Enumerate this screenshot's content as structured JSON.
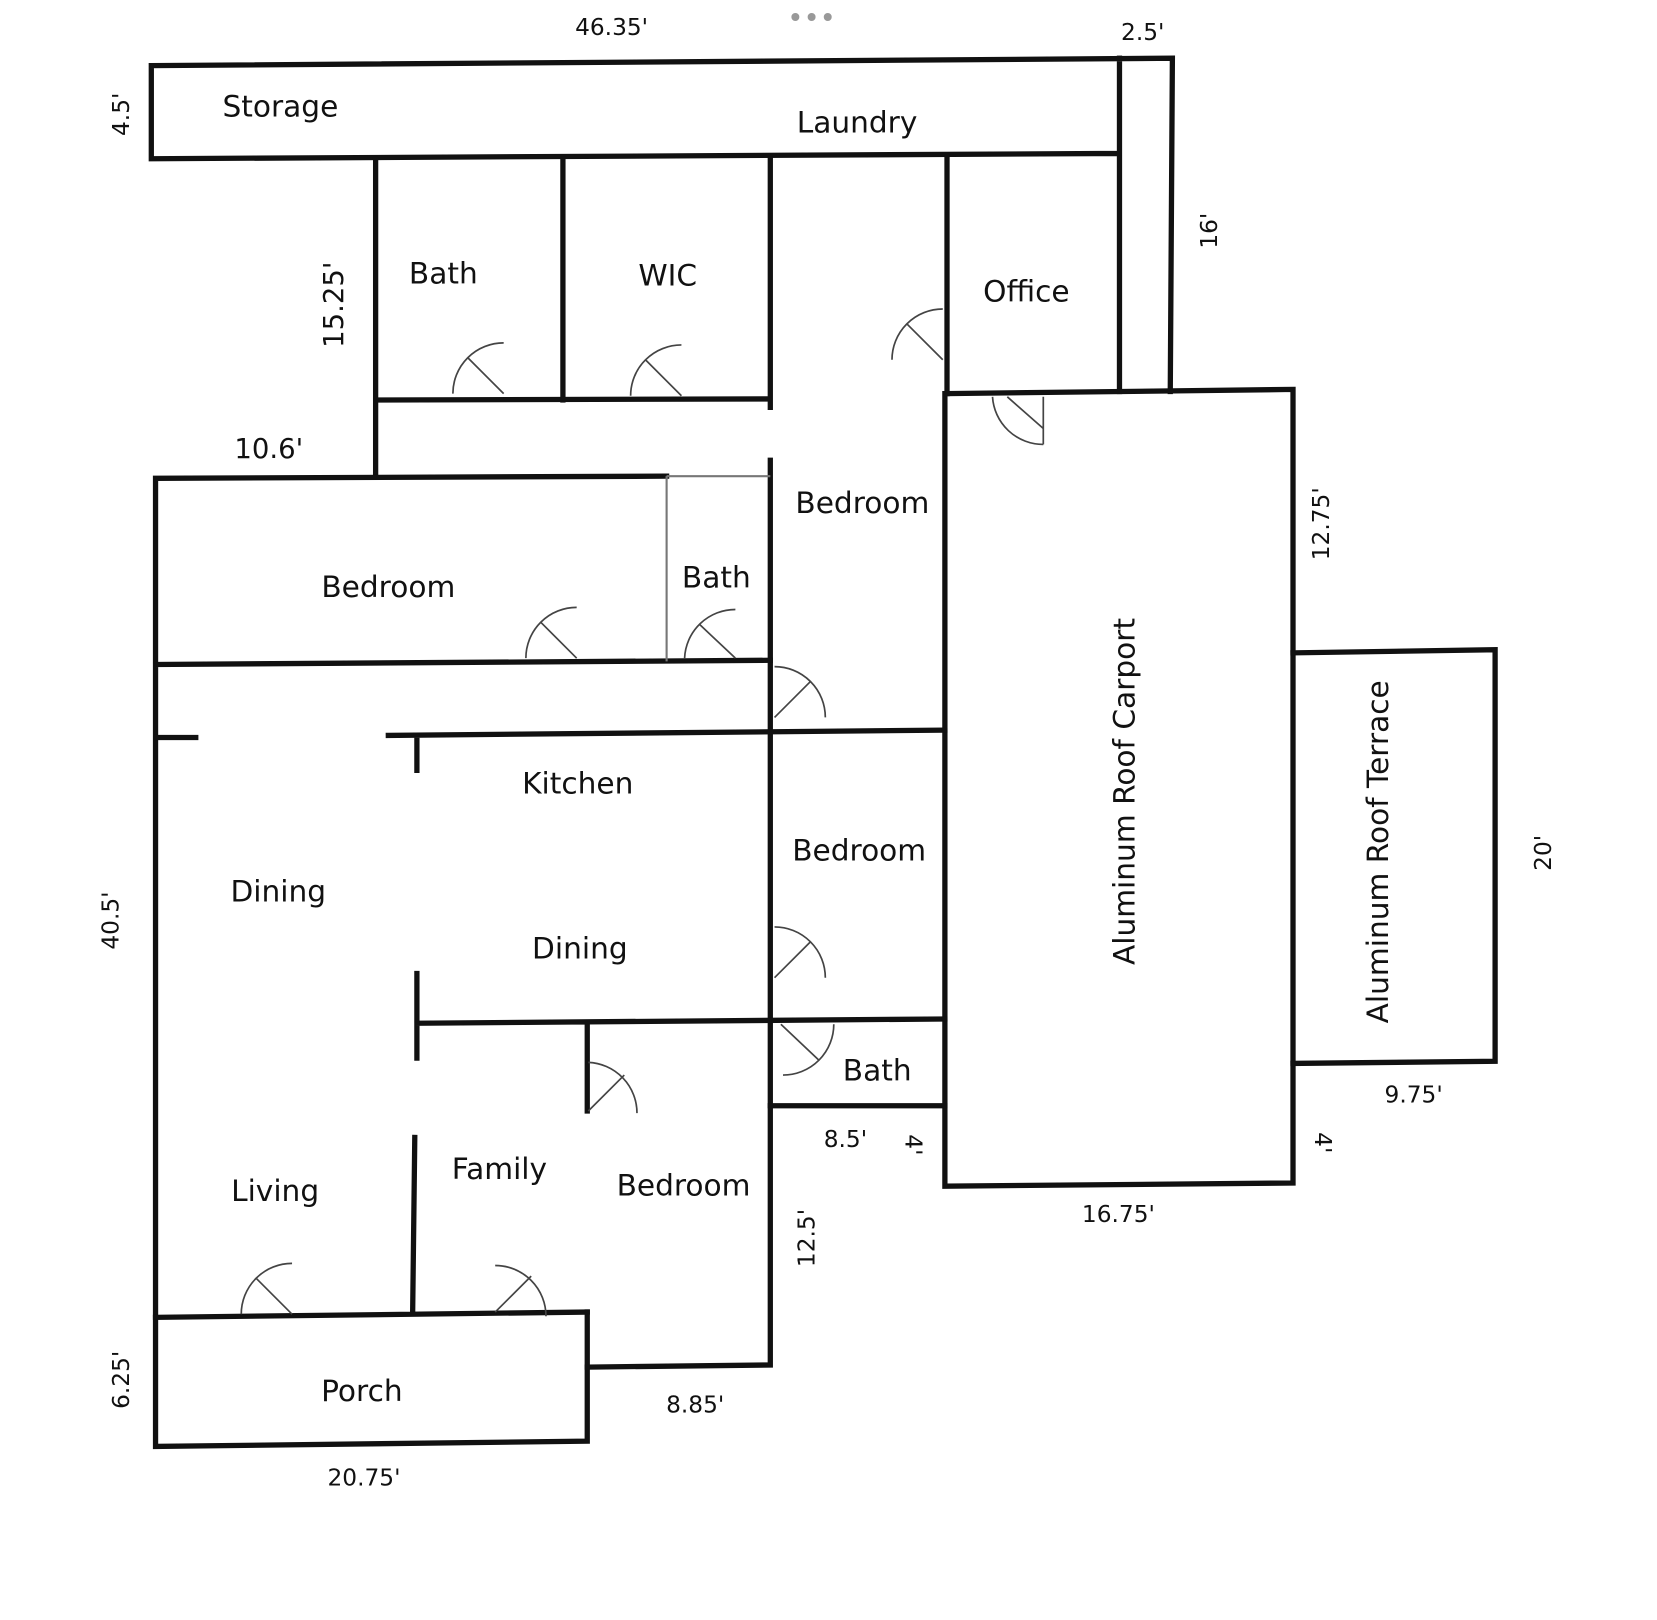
{
  "menu_icon": "more-horizontal-icon",
  "menu_label": "•••",
  "rooms": [
    "Storage",
    "Laundry",
    "Bath",
    "WIC",
    "Office",
    "Bedroom",
    "Bath",
    "Bedroom",
    "Aluminum Roof Carport",
    "Aluminum Roof Terrace",
    "Kitchen",
    "Dining",
    "Bedroom",
    "Dining",
    "Bath",
    "Family",
    "Living",
    "Bedroom",
    "Porch"
  ],
  "dims": [
    "46.35'",
    "2.5'",
    "4.5'",
    "16'",
    "15.25'",
    "10.6'",
    "12.75'",
    "40.5'",
    "20'",
    "9.75'",
    "8.5'",
    "4'",
    "4'",
    "16.75'",
    "12.5'",
    "6.25'",
    "8.85'",
    "20.75'"
  ]
}
